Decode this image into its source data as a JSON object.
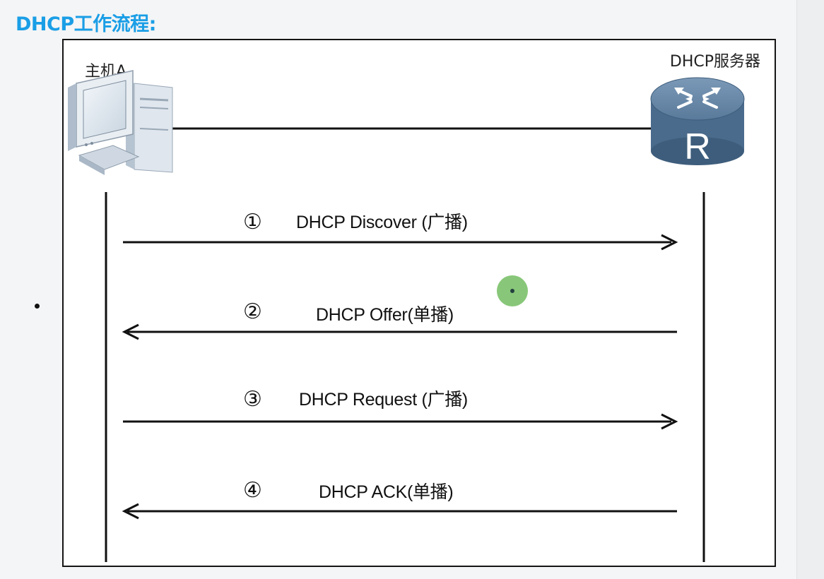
{
  "title": "DHCP工作流程:",
  "host": {
    "label": "主机A",
    "icon": "desktop-computer-icon"
  },
  "server": {
    "label": "DHCP服务器",
    "icon": "router-icon",
    "glyph": "R"
  },
  "messages": [
    {
      "num": "①",
      "text": "DHCP Discover (广播)",
      "direction": "host-to-server"
    },
    {
      "num": "②",
      "text": "DHCP Offer(单播)",
      "direction": "server-to-host"
    },
    {
      "num": "③",
      "text": "DHCP Request (广播)",
      "direction": "host-to-server"
    },
    {
      "num": "④",
      "text": "DHCP ACK(单播)",
      "direction": "server-to-host"
    }
  ],
  "colors": {
    "title": "#1a9ee6",
    "router_body": "#4b6b8c",
    "cursor": "#7cc16b"
  }
}
